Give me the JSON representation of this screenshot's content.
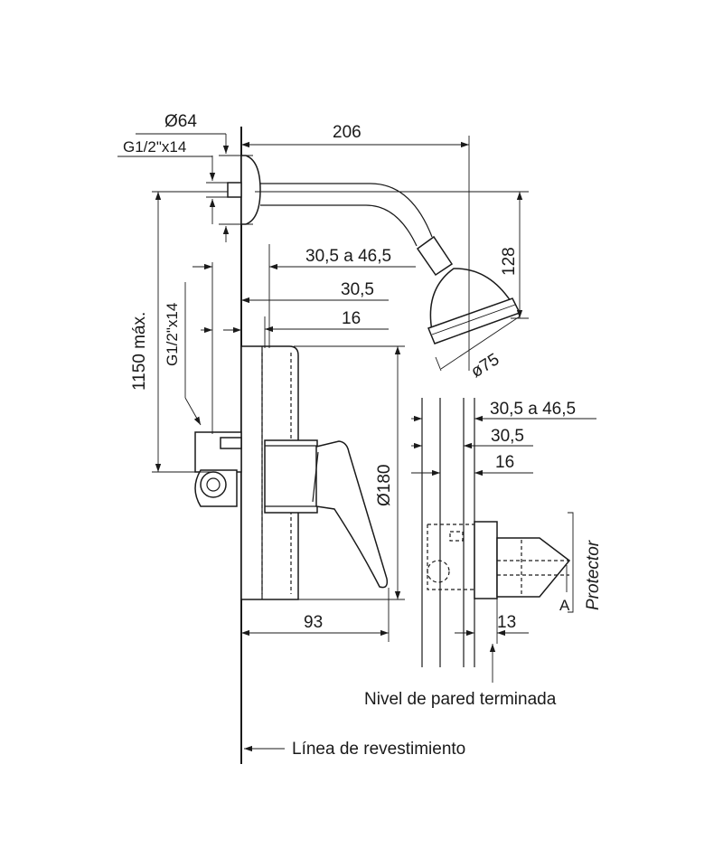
{
  "dimensions": {
    "d64": "Ø64",
    "thread_top": "G1/2\"x14",
    "length_206": "206",
    "height_1150": "1150 máx.",
    "thread_side": "G1/2\"x14",
    "range_left": "30,5 a 46,5",
    "dim_30_5_left": "30,5",
    "dim_16_left": "16",
    "height_128": "128",
    "d75": "ø75",
    "d180": "Ø180",
    "range_right": "30,5 a 46,5",
    "dim_30_5_right": "30,5",
    "dim_16_right": "16",
    "dim_93": "93",
    "dim_13": "13"
  },
  "labels": {
    "protector": "Protector",
    "point_a": "A",
    "finished_wall": "Nivel de pared terminada",
    "cladding_line": "Línea de revestimiento"
  },
  "colors": {
    "line": "#1a1a1a",
    "background": "#ffffff"
  }
}
